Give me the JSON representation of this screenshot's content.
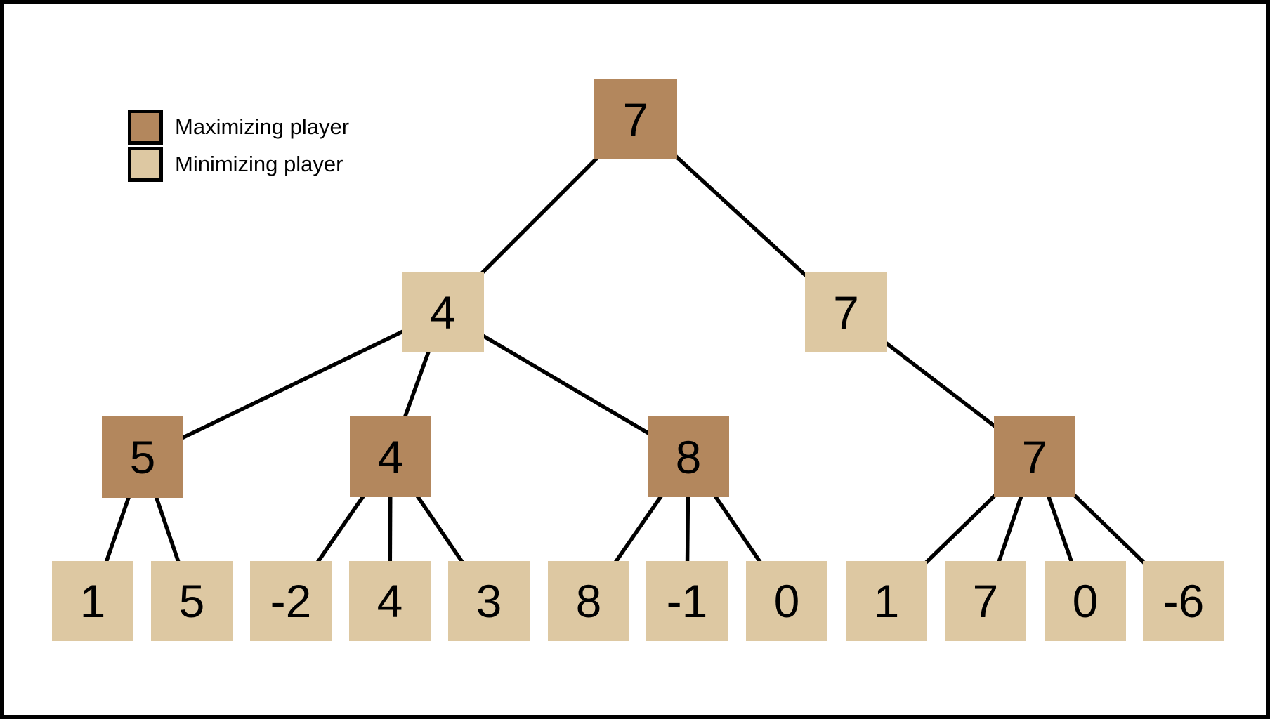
{
  "legend": {
    "max_label": "Maximizing player",
    "min_label": "Minimizing player"
  },
  "colors": {
    "max": "#b3875d",
    "min": "#ddc8a2",
    "edge": "#000000",
    "background": "#ffffff",
    "frame": "#000000",
    "text": "#000000"
  },
  "tree": {
    "root_value": "7",
    "nodes": [
      {
        "id": "root",
        "value": "7",
        "player": "max",
        "level": 0
      },
      {
        "id": "n0",
        "value": "4",
        "player": "min",
        "level": 1
      },
      {
        "id": "n1",
        "value": "7",
        "player": "min",
        "level": 1
      },
      {
        "id": "n00",
        "value": "5",
        "player": "max",
        "level": 2
      },
      {
        "id": "n01",
        "value": "4",
        "player": "max",
        "level": 2
      },
      {
        "id": "n02",
        "value": "8",
        "player": "max",
        "level": 2
      },
      {
        "id": "n10",
        "value": "7",
        "player": "max",
        "level": 2
      },
      {
        "id": "l0",
        "value": "1",
        "player": "min",
        "level": 3
      },
      {
        "id": "l1",
        "value": "5",
        "player": "min",
        "level": 3
      },
      {
        "id": "l2",
        "value": "-2",
        "player": "min",
        "level": 3
      },
      {
        "id": "l3",
        "value": "4",
        "player": "min",
        "level": 3
      },
      {
        "id": "l4",
        "value": "3",
        "player": "min",
        "level": 3
      },
      {
        "id": "l5",
        "value": "8",
        "player": "min",
        "level": 3
      },
      {
        "id": "l6",
        "value": "-1",
        "player": "min",
        "level": 3
      },
      {
        "id": "l7",
        "value": "0",
        "player": "min",
        "level": 3
      },
      {
        "id": "l8",
        "value": "1",
        "player": "min",
        "level": 3
      },
      {
        "id": "l9",
        "value": "7",
        "player": "min",
        "level": 3
      },
      {
        "id": "l10",
        "value": "0",
        "player": "min",
        "level": 3
      },
      {
        "id": "l11",
        "value": "-6",
        "player": "min",
        "level": 3
      }
    ],
    "edges": [
      [
        "root",
        "n0"
      ],
      [
        "root",
        "n1"
      ],
      [
        "n0",
        "n00"
      ],
      [
        "n0",
        "n01"
      ],
      [
        "n0",
        "n02"
      ],
      [
        "n1",
        "n10"
      ],
      [
        "n00",
        "l0"
      ],
      [
        "n00",
        "l1"
      ],
      [
        "n01",
        "l2"
      ],
      [
        "n01",
        "l3"
      ],
      [
        "n01",
        "l4"
      ],
      [
        "n02",
        "l5"
      ],
      [
        "n02",
        "l6"
      ],
      [
        "n02",
        "l7"
      ],
      [
        "n10",
        "l8"
      ],
      [
        "n10",
        "l9"
      ],
      [
        "n10",
        "l10"
      ],
      [
        "n10",
        "l11"
      ]
    ]
  }
}
